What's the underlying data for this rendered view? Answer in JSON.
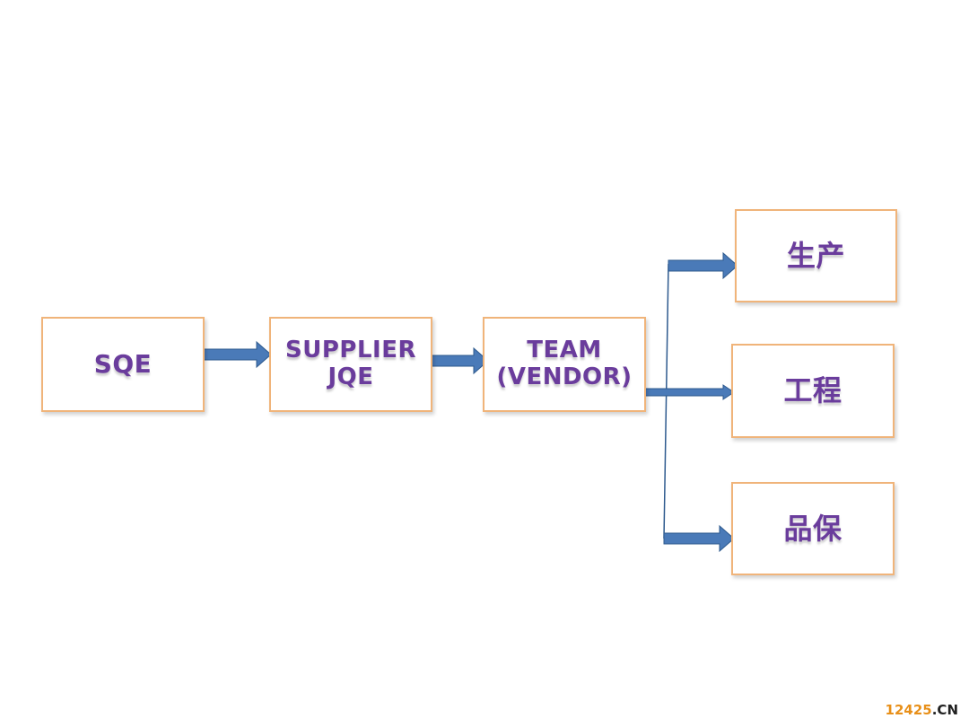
{
  "nodes": {
    "sqe": {
      "label": "SQE"
    },
    "supplier_jqe": {
      "line1": "SUPPLIER",
      "line2": "JQE"
    },
    "team_vendor": {
      "line1": "TEAM",
      "line2": "(VENDOR)"
    },
    "production": {
      "label": "生产"
    },
    "engineering": {
      "label": "工程"
    },
    "quality": {
      "label": "品保"
    }
  },
  "edges": [
    {
      "from": "SQE",
      "to": "SUPPLIER JQE"
    },
    {
      "from": "SUPPLIER JQE",
      "to": "TEAM (VENDOR)"
    },
    {
      "from": "TEAM (VENDOR)",
      "to": "生产"
    },
    {
      "from": "TEAM (VENDOR)",
      "to": "工程"
    },
    {
      "from": "TEAM (VENDOR)",
      "to": "品保"
    }
  ],
  "watermark": {
    "number": "12425",
    "dot_cn": ".CN"
  },
  "colors": {
    "box_border": "#f0b47a",
    "label_text": "#6a3c9c",
    "arrow_fill": "#4a7ab8",
    "arrow_stroke": "#2e5a8e",
    "watermark_number": "#e8901a",
    "watermark_suffix": "#222222"
  }
}
